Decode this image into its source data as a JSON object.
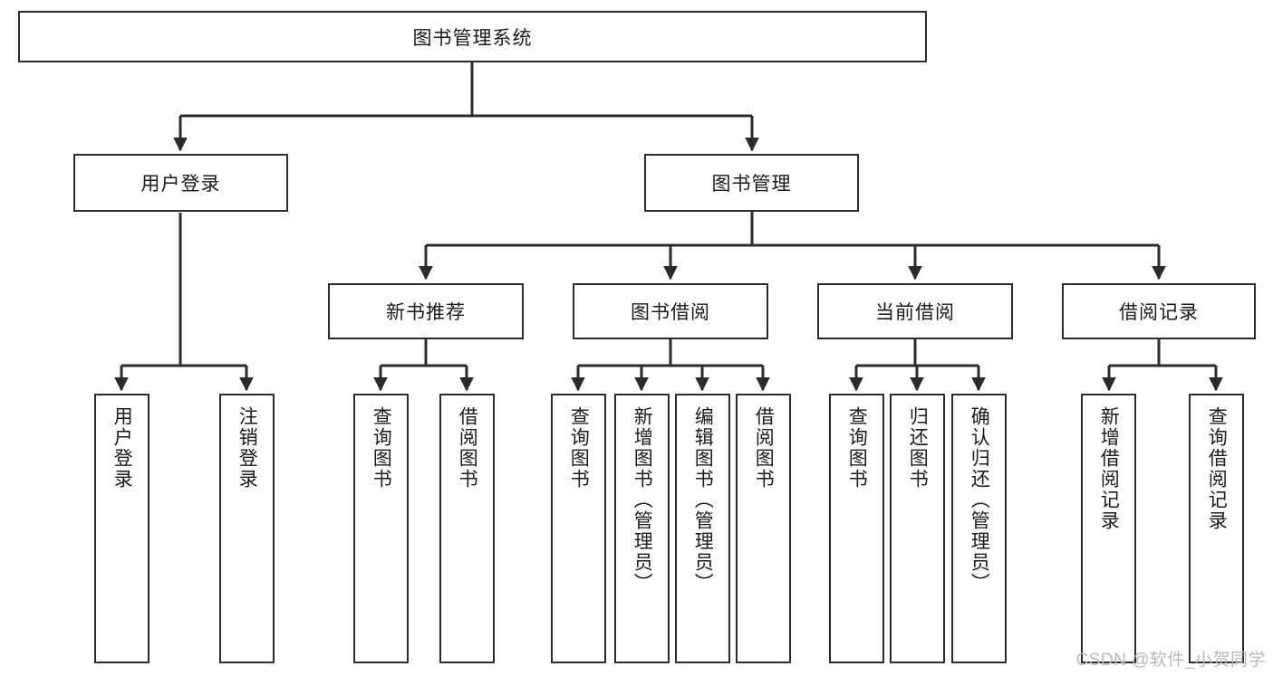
{
  "diagram": {
    "type": "tree-hierarchy-chart",
    "title": "图书管理系统",
    "watermark": "CSDN @软件_小贺同学",
    "colors": {
      "box_border": "#2b2b2b",
      "box_fill": "#ffffff",
      "connector": "#2b2b2b",
      "text": "#1a1a1a",
      "watermark": "#b9b9b9",
      "background": "#ffffff"
    },
    "nodes": {
      "root": {
        "label": "图书管理系统",
        "level": 1
      },
      "level2": [
        {
          "id": "user-login",
          "label": "用户登录"
        },
        {
          "id": "book-manage",
          "label": "图书管理"
        }
      ],
      "level3": [
        {
          "id": "new-book-recommend",
          "label": "新书推荐",
          "parent": "book-manage"
        },
        {
          "id": "book-borrow",
          "label": "图书借阅",
          "parent": "book-manage"
        },
        {
          "id": "current-borrow",
          "label": "当前借阅",
          "parent": "book-manage"
        },
        {
          "id": "borrow-record",
          "label": "借阅记录",
          "parent": "book-manage"
        }
      ],
      "leaves": [
        {
          "id": "leaf-user-login",
          "label": "用户登录",
          "parent": "user-login"
        },
        {
          "id": "leaf-logout-login",
          "label": "注销登录",
          "parent": "user-login"
        },
        {
          "id": "leaf-query-book-1",
          "label": "查询图书",
          "parent": "new-book-recommend"
        },
        {
          "id": "leaf-borrow-book-1",
          "label": "借阅图书",
          "parent": "new-book-recommend"
        },
        {
          "id": "leaf-query-book-2",
          "label": "查询图书",
          "parent": "book-borrow"
        },
        {
          "id": "leaf-add-book",
          "label": "新增图书（管理员）",
          "parent": "book-borrow"
        },
        {
          "id": "leaf-edit-book",
          "label": "编辑图书（管理员）",
          "parent": "book-borrow"
        },
        {
          "id": "leaf-borrow-book-2",
          "label": "借阅图书",
          "parent": "book-borrow"
        },
        {
          "id": "leaf-query-book-3",
          "label": "查询图书",
          "parent": "current-borrow"
        },
        {
          "id": "leaf-return-book",
          "label": "归还图书",
          "parent": "current-borrow"
        },
        {
          "id": "leaf-confirm-return",
          "label": "确认归还（管理员）",
          "parent": "current-borrow"
        },
        {
          "id": "leaf-add-record",
          "label": "新增借阅记录",
          "parent": "borrow-record"
        },
        {
          "id": "leaf-query-record",
          "label": "查询借阅记录",
          "parent": "borrow-record"
        }
      ]
    }
  }
}
